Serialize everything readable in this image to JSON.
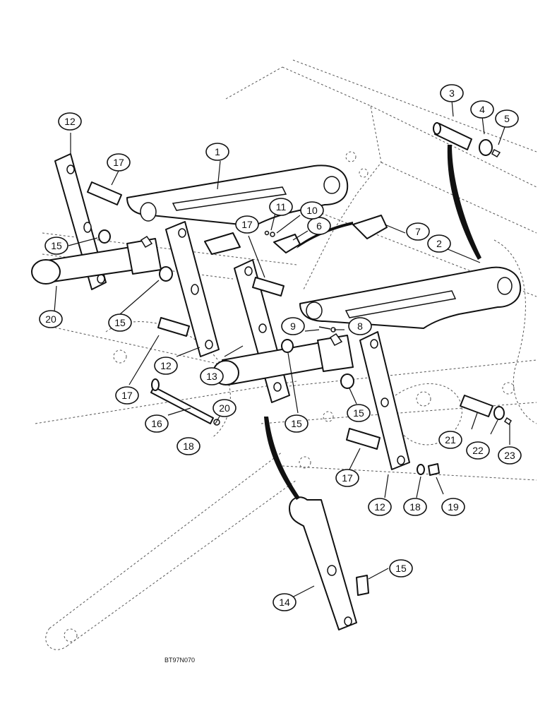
{
  "diagram": {
    "reference_code": "BT97N070",
    "callouts": [
      {
        "id": "c1",
        "label": "1"
      },
      {
        "id": "c2",
        "label": "2"
      },
      {
        "id": "c3",
        "label": "3"
      },
      {
        "id": "c4",
        "label": "4"
      },
      {
        "id": "c5",
        "label": "5"
      },
      {
        "id": "c6",
        "label": "6"
      },
      {
        "id": "c7",
        "label": "7"
      },
      {
        "id": "c8",
        "label": "8"
      },
      {
        "id": "c9",
        "label": "9"
      },
      {
        "id": "c10",
        "label": "10"
      },
      {
        "id": "c11",
        "label": "11"
      },
      {
        "id": "c12a",
        "label": "12"
      },
      {
        "id": "c12b",
        "label": "12"
      },
      {
        "id": "c12c",
        "label": "12"
      },
      {
        "id": "c13",
        "label": "13"
      },
      {
        "id": "c14",
        "label": "14"
      },
      {
        "id": "c15a",
        "label": "15"
      },
      {
        "id": "c15b",
        "label": "15"
      },
      {
        "id": "c15c",
        "label": "15"
      },
      {
        "id": "c15d",
        "label": "15"
      },
      {
        "id": "c15e",
        "label": "15"
      },
      {
        "id": "c16",
        "label": "16"
      },
      {
        "id": "c17a",
        "label": "17"
      },
      {
        "id": "c17b",
        "label": "17"
      },
      {
        "id": "c17c",
        "label": "17"
      },
      {
        "id": "c17d",
        "label": "17"
      },
      {
        "id": "c18a",
        "label": "18"
      },
      {
        "id": "c18b",
        "label": "18"
      },
      {
        "id": "c19",
        "label": "19"
      },
      {
        "id": "c20a",
        "label": "20"
      },
      {
        "id": "c20b",
        "label": "20"
      },
      {
        "id": "c21",
        "label": "21"
      },
      {
        "id": "c22",
        "label": "22"
      },
      {
        "id": "c23",
        "label": "23"
      }
    ]
  }
}
